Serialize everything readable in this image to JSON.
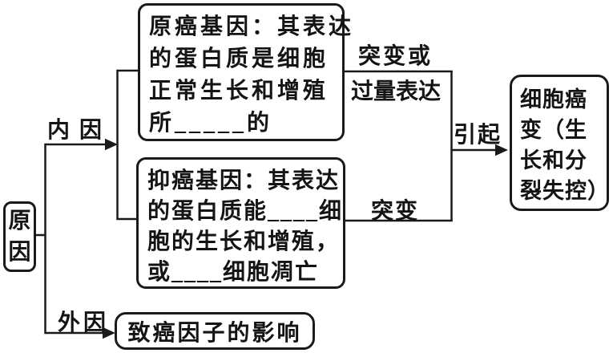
{
  "diagram": {
    "nodes": {
      "cause": {
        "lines": [
          "原",
          "因"
        ]
      },
      "proto_oncogene": {
        "lines": [
          "原癌基因：其表达",
          "的蛋白质是细胞",
          "正常生长和增殖",
          "所_____的"
        ]
      },
      "tumor_suppressor": {
        "lines": [
          "抑癌基因：其表达",
          "的蛋白质能____细",
          "胞的生长和增殖，",
          "或____细胞凋亡"
        ]
      },
      "carcinogen": {
        "label": "致癌因子的影响"
      },
      "cancer": {
        "lines": [
          "细胞癌",
          "变（生",
          "长和分",
          "裂失控）"
        ]
      }
    },
    "edge_labels": {
      "internal_cause": "内因",
      "external_cause": "外因",
      "mutation_or_overexpression_line1": "突变或",
      "mutation_or_overexpression_line2": "过量表达",
      "mutation": "突变",
      "causes": "引起"
    },
    "colors": {
      "stroke": "#1a1a1a",
      "background": "#ffffff"
    }
  }
}
